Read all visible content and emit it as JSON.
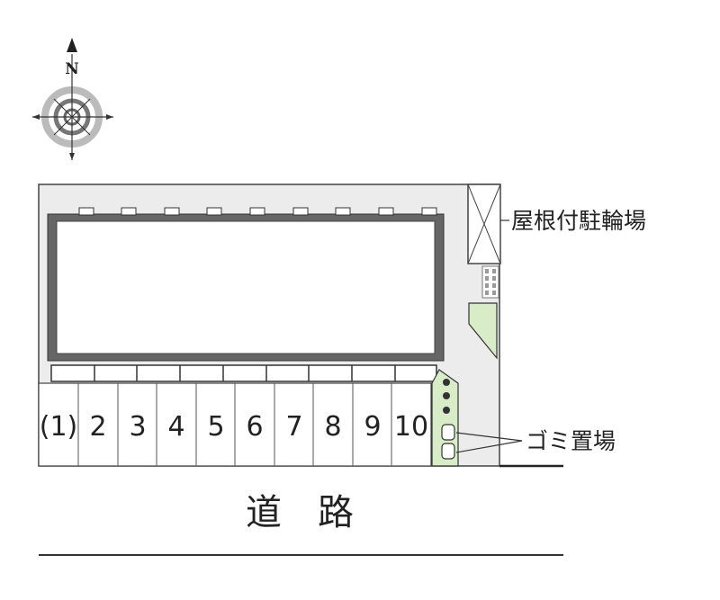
{
  "compass": {
    "north_label": "N"
  },
  "parking_spaces": [
    "(1)",
    "2",
    "3",
    "4",
    "5",
    "6",
    "7",
    "8",
    "9",
    "10"
  ],
  "road_label": "道　路",
  "callouts": {
    "bicycle_parking": "屋根付駐輪場",
    "garbage_area": "ゴミ置場"
  },
  "colors": {
    "site_fill": "#ececec",
    "building_wall": "#555555",
    "greenery": "#d9ecc8",
    "outline": "#222222"
  }
}
